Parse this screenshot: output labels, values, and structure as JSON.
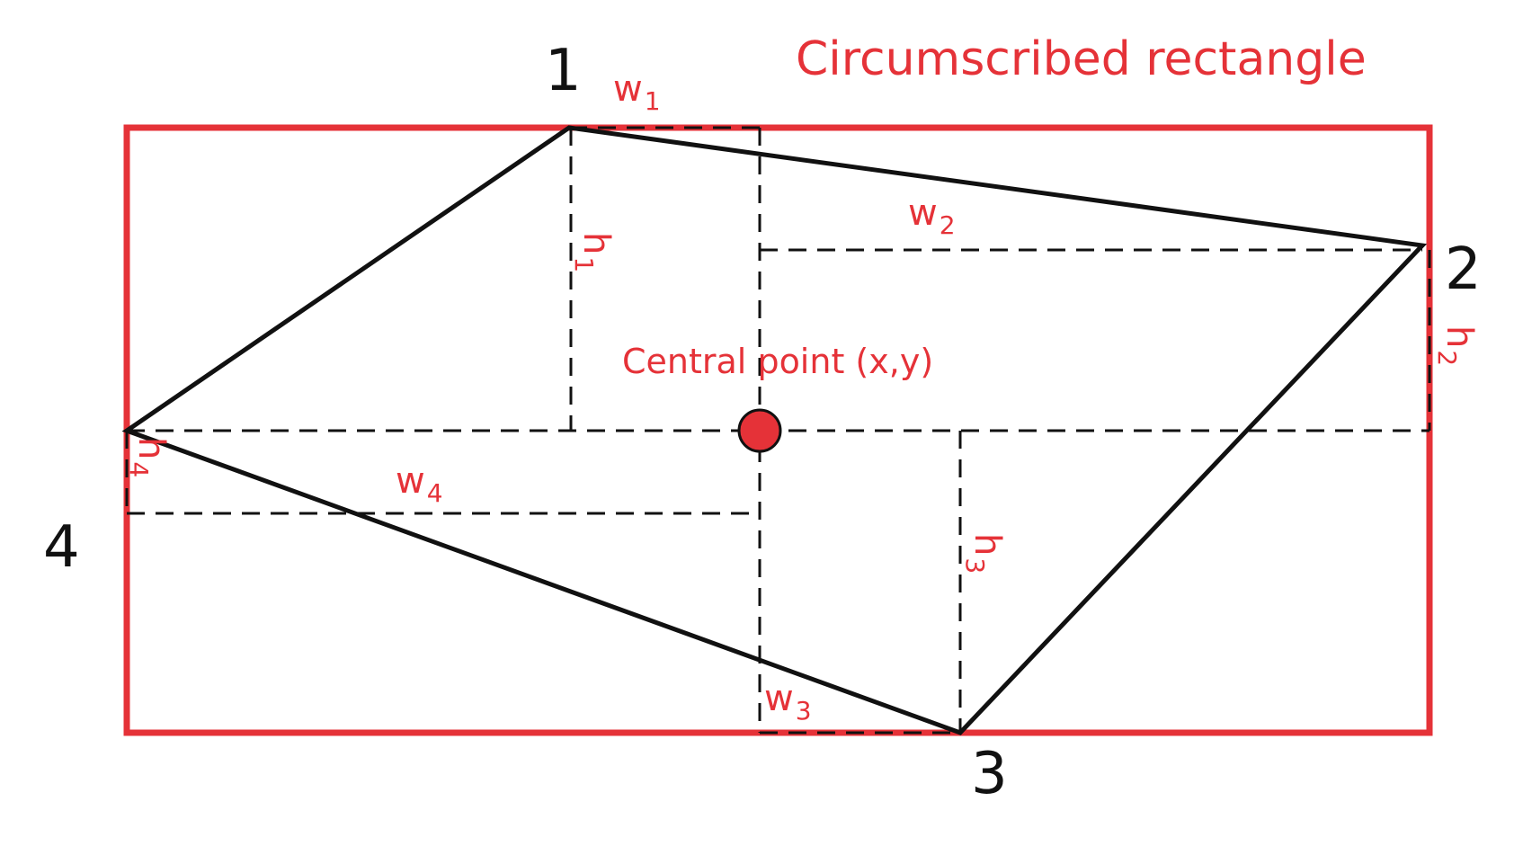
{
  "title": "Circumscribed rectangle",
  "center_label": "Central point (x,y)",
  "vertices": {
    "v1": "1",
    "v2": "2",
    "v3": "3",
    "v4": "4"
  },
  "labels": {
    "w": "w",
    "h": "h",
    "s1": "1",
    "s2": "2",
    "s3": "3",
    "s4": "4"
  },
  "colors": {
    "accent": "#e53238",
    "line": "#111111"
  }
}
